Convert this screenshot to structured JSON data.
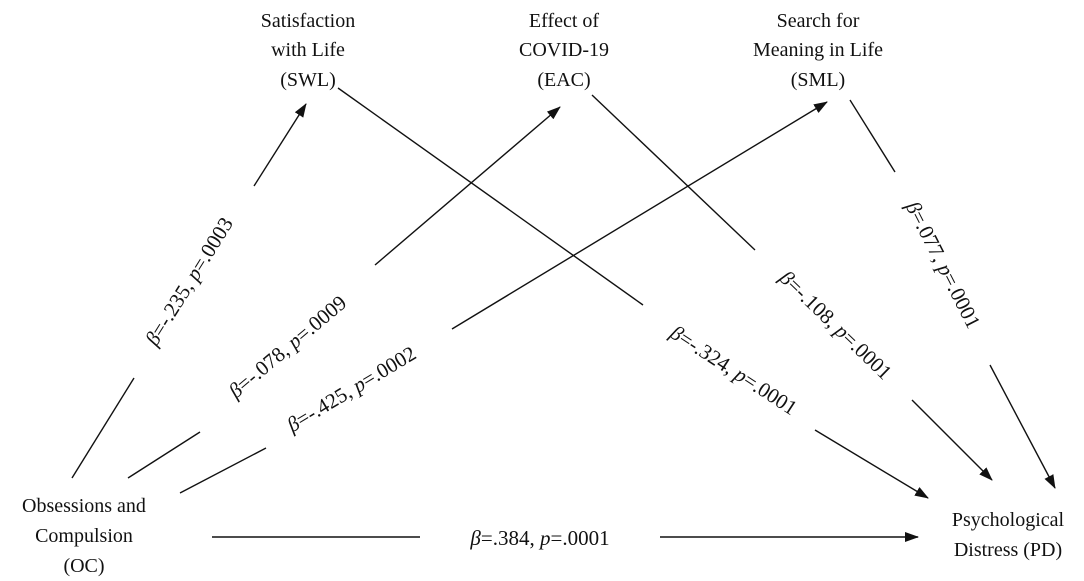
{
  "nodes": {
    "oc": {
      "lines": [
        "Obsessions and",
        "Compulsion",
        "(OC)"
      ]
    },
    "swl": {
      "lines": [
        "Satisfaction",
        "with Life",
        "(SWL)"
      ]
    },
    "eac": {
      "lines": [
        "Effect of",
        "COVID-19",
        "(EAC)"
      ]
    },
    "sml": {
      "lines": [
        "Search for",
        "Meaning in Life",
        "(SML)"
      ]
    },
    "pd": {
      "lines": [
        "Psychological",
        "Distress (PD)"
      ]
    }
  },
  "paths": [
    {
      "from": "OC",
      "to": "SWL",
      "beta": "=-.235,",
      "p": "=.0003"
    },
    {
      "from": "OC",
      "to": "EAC",
      "beta": "=-.078,",
      "p": "=.0009"
    },
    {
      "from": "OC",
      "to": "SML",
      "beta": "=-.425,",
      "p": "=.0002"
    },
    {
      "from": "SWL",
      "to": "PD",
      "beta": "=-.324,",
      "p": "=.0001"
    },
    {
      "from": "EAC",
      "to": "PD",
      "beta": "=-.108,",
      "p": "=.0001"
    },
    {
      "from": "SML",
      "to": "PD",
      "beta": "=.077,",
      "p": "=.0001"
    },
    {
      "from": "OC",
      "to": "PD",
      "beta": "=.384,",
      "p": "=.0001"
    }
  ],
  "symbols": {
    "beta": "β",
    "p": "p"
  },
  "colors": {
    "line": "#111111",
    "text": "#111111",
    "background": "#ffffff"
  }
}
